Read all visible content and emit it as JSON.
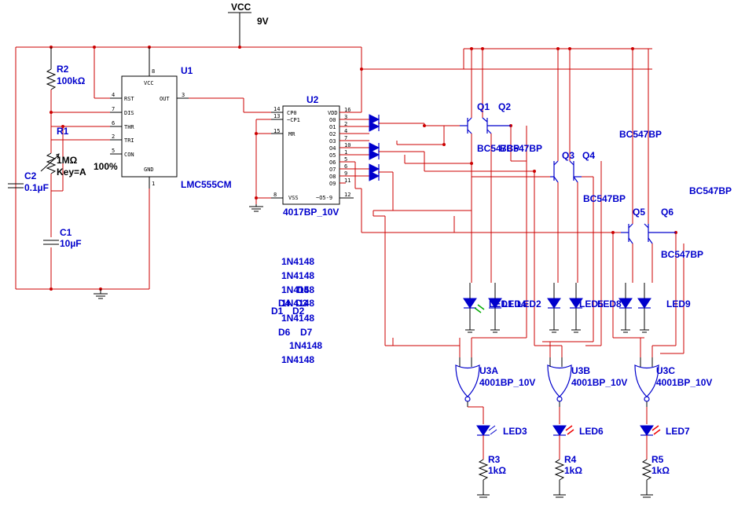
{
  "power": {
    "net": "VCC",
    "voltage": "9V"
  },
  "u1": {
    "ref": "U1",
    "part": "LMC555CM",
    "pins": {
      "vcc": "VCC",
      "rst": "RST",
      "dis": "DIS",
      "thr": "THR",
      "tri": "TRI",
      "con": "CON",
      "out": "OUT",
      "gnd": "GND"
    },
    "pin_numbers": {
      "p8": "8",
      "p4": "4",
      "p7": "7",
      "p6": "6",
      "p2": "2",
      "p5": "5",
      "p3": "3",
      "p1": "1"
    }
  },
  "u2": {
    "ref": "U2",
    "part": "4017BP_10V",
    "left_pins": [
      {
        "n": "14",
        "name": "CP0"
      },
      {
        "n": "13",
        "name": "~CP1"
      },
      {
        "n": "15",
        "name": "MR"
      },
      {
        "n": "8",
        "name": "VSS"
      }
    ],
    "right_pins": [
      {
        "n": "16",
        "name": "VDD"
      },
      {
        "n": "3",
        "name": "O0"
      },
      {
        "n": "2",
        "name": "O1"
      },
      {
        "n": "4",
        "name": "O2"
      },
      {
        "n": "7",
        "name": "O3"
      },
      {
        "n": "10",
        "name": "O4"
      },
      {
        "n": "1",
        "name": "O5"
      },
      {
        "n": "5",
        "name": "O6"
      },
      {
        "n": "6",
        "name": "O7"
      },
      {
        "n": "9",
        "name": "O8"
      },
      {
        "n": "11",
        "name": "O9"
      }
    ],
    "bottom_right": {
      "n": "12",
      "name": "~O5-9"
    }
  },
  "passives": {
    "r2": {
      "ref": "R2",
      "value": "100kΩ"
    },
    "r1": {
      "ref": "R1",
      "value": "1MΩ",
      "key": "Key=A",
      "setting": "100%"
    },
    "c2": {
      "ref": "C2",
      "value": "0.1µF"
    },
    "c1": {
      "ref": "C1",
      "value": "10µF"
    },
    "r3": {
      "ref": "R3",
      "value": "1kΩ"
    },
    "r4": {
      "ref": "R4",
      "value": "1kΩ"
    },
    "r5": {
      "ref": "R5",
      "value": "1kΩ"
    }
  },
  "diodes": {
    "labels": [
      "1N4148",
      "1N4148",
      "1N4148",
      "1N4148",
      "1N4148",
      "1N4148",
      "1N4148",
      "1N4148",
      "D5",
      "D4",
      "D3",
      "D1",
      "D2",
      "D6",
      "D7"
    ]
  },
  "transistors": [
    {
      "ref": "Q1",
      "part": "BC547BP"
    },
    {
      "ref": "Q2",
      "part": "BC547BP"
    },
    {
      "ref": "Q3",
      "part": "BC547BP"
    },
    {
      "ref": "Q4",
      "part": "BC547BP"
    },
    {
      "ref": "Q5",
      "part": "BC547BP"
    },
    {
      "ref": "Q6",
      "part": "BC547BP"
    }
  ],
  "leds": {
    "led1": "LED1",
    "led2": "LED2",
    "led3": "LED3",
    "led4": "LED4",
    "led5": "LED5",
    "led6": "LED6",
    "led7": "LED7",
    "led8": "LED8",
    "led9": "LED9"
  },
  "gates": [
    {
      "ref": "U3A",
      "part": "4001BP_10V"
    },
    {
      "ref": "U3B",
      "part": "4001BP_10V"
    },
    {
      "ref": "U3C",
      "part": "4001BP_10V"
    }
  ],
  "colors": {
    "wire": "#cc0000",
    "component": "#0000cc",
    "led_green": "#00aa00",
    "led_red": "#ee0000"
  }
}
